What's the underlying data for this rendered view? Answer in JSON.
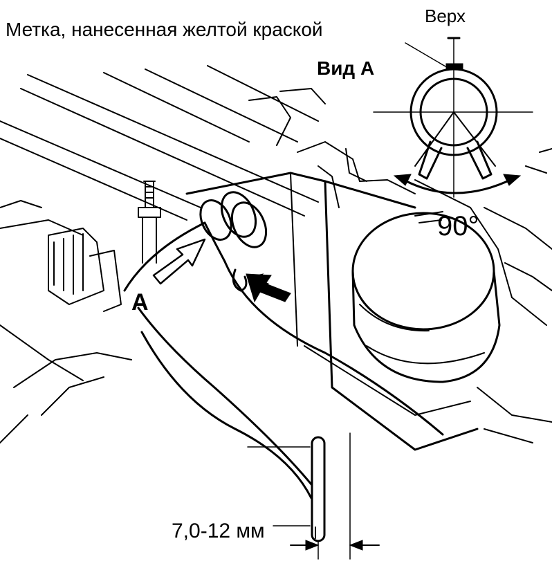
{
  "labels": {
    "paint_mark": "Метка, нанесенная желтой краской",
    "top": "Верх",
    "view_a": "Вид А",
    "angle": "90°",
    "view_marker": "A",
    "dimension": "7,0-12 мм"
  }
}
